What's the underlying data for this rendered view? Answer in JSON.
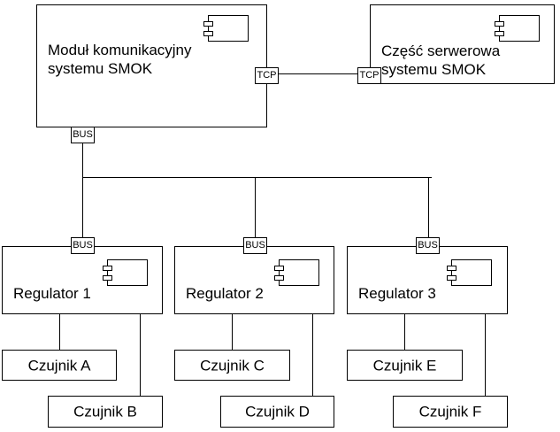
{
  "modules": {
    "comm": {
      "label": "Moduł komunikacyjny\nsystemu SMOK"
    },
    "server": {
      "label": "Część serwerowa\nsystemu SMOK"
    }
  },
  "ports": {
    "tcp": "TCP",
    "bus": "BUS"
  },
  "regulators": [
    {
      "label": "Regulator 1"
    },
    {
      "label": "Regulator 2"
    },
    {
      "label": "Regulator 3"
    }
  ],
  "sensors": [
    {
      "label": "Czujnik A"
    },
    {
      "label": "Czujnik B"
    },
    {
      "label": "Czujnik C"
    },
    {
      "label": "Czujnik D"
    },
    {
      "label": "Czujnik E"
    },
    {
      "label": "Czujnik F"
    }
  ]
}
